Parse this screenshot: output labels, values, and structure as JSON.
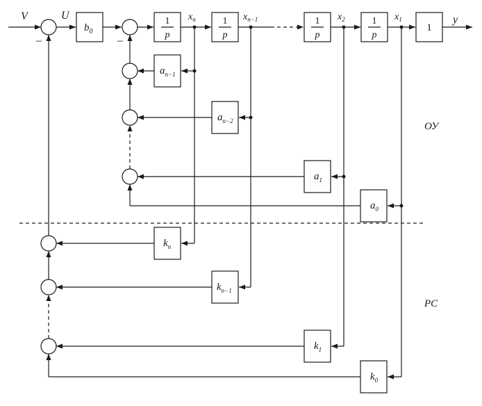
{
  "signals": {
    "input": "V",
    "control": "U",
    "output": "y",
    "minus": "–"
  },
  "blocks": {
    "gain_b": {
      "base": "b",
      "sub": "0"
    },
    "integrator": {
      "num": "1",
      "den": "p"
    },
    "output_gain": "1",
    "a_n1": {
      "base": "a",
      "sub": "n−1"
    },
    "a_n2": {
      "base": "a",
      "sub": "n−2"
    },
    "a_1": {
      "base": "a",
      "sub": "1"
    },
    "a_0": {
      "base": "a",
      "sub": "0"
    },
    "k_n": {
      "base": "k",
      "sub": "n"
    },
    "k_n1": {
      "base": "k",
      "sub": "n−1"
    },
    "k_1": {
      "base": "k",
      "sub": "1"
    },
    "k_0": {
      "base": "k",
      "sub": "0"
    }
  },
  "states": {
    "x_n": {
      "base": "x",
      "sub": "n"
    },
    "x_n1": {
      "base": "x",
      "sub": "n−1"
    },
    "x_2": {
      "base": "x",
      "sub": "2"
    },
    "x_1": {
      "base": "x",
      "sub": "1"
    }
  },
  "regions": {
    "plant": "ОУ",
    "controller": "РС"
  }
}
